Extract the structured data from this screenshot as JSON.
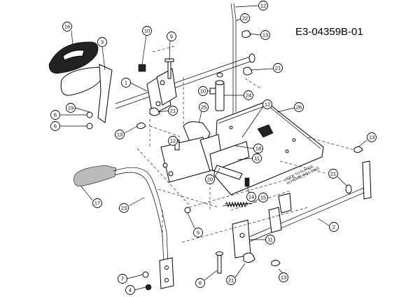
{
  "diagram": {
    "document_code": "E3-04359B-01",
    "plate_note": [
      "HOOK TO FLANGE",
      "IN FRAME (RED END)"
    ],
    "callouts": [
      {
        "label": "12"
      },
      {
        "label": "13"
      },
      {
        "label": "22"
      },
      {
        "label": "16"
      },
      {
        "label": "10"
      },
      {
        "label": "9"
      },
      {
        "label": "3"
      },
      {
        "label": "21"
      },
      {
        "label": "1"
      },
      {
        "label": "10"
      },
      {
        "label": "24"
      },
      {
        "label": "19"
      },
      {
        "label": "21"
      },
      {
        "label": "26"
      },
      {
        "label": "12"
      },
      {
        "label": "6"
      },
      {
        "label": "6"
      },
      {
        "label": "13"
      },
      {
        "label": "25"
      },
      {
        "label": "12"
      },
      {
        "label": "18"
      },
      {
        "label": "11"
      },
      {
        "label": "20"
      },
      {
        "label": "13"
      },
      {
        "label": "21"
      },
      {
        "label": "17"
      },
      {
        "label": "23"
      },
      {
        "label": "14"
      },
      {
        "label": "15"
      },
      {
        "label": "5"
      },
      {
        "label": "2"
      },
      {
        "label": "11"
      },
      {
        "label": "7"
      },
      {
        "label": "4"
      },
      {
        "label": "8"
      },
      {
        "label": "21"
      },
      {
        "label": "13"
      }
    ]
  }
}
